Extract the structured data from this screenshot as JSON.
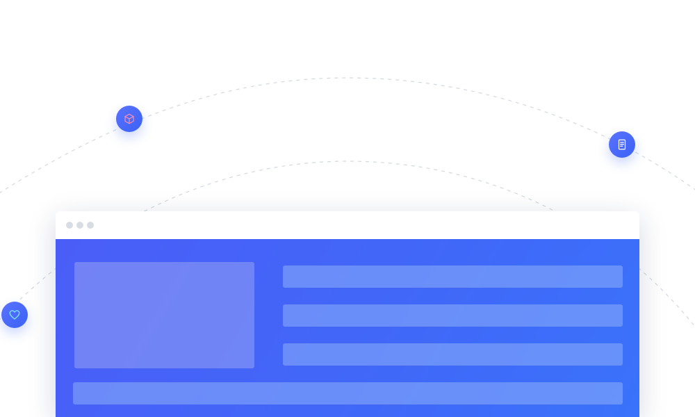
{
  "illustration": {
    "floating_icons": [
      {
        "name": "box-icon",
        "color": "#ff8fb1"
      },
      {
        "name": "document-icon",
        "color": "#ffffff"
      },
      {
        "name": "heart-icon",
        "color": "#7ee8f5"
      }
    ],
    "orbit_color": "#d3d8df"
  },
  "browser_window": {
    "window_controls": [
      "dot",
      "dot",
      "dot"
    ],
    "control_color": "#d8dde4",
    "content_gradient": [
      "#4a5ef7",
      "#3a72fb"
    ],
    "placeholder_blocks": [
      "image-placeholder",
      "text-line",
      "text-line",
      "text-line",
      "wide-text-line"
    ]
  }
}
